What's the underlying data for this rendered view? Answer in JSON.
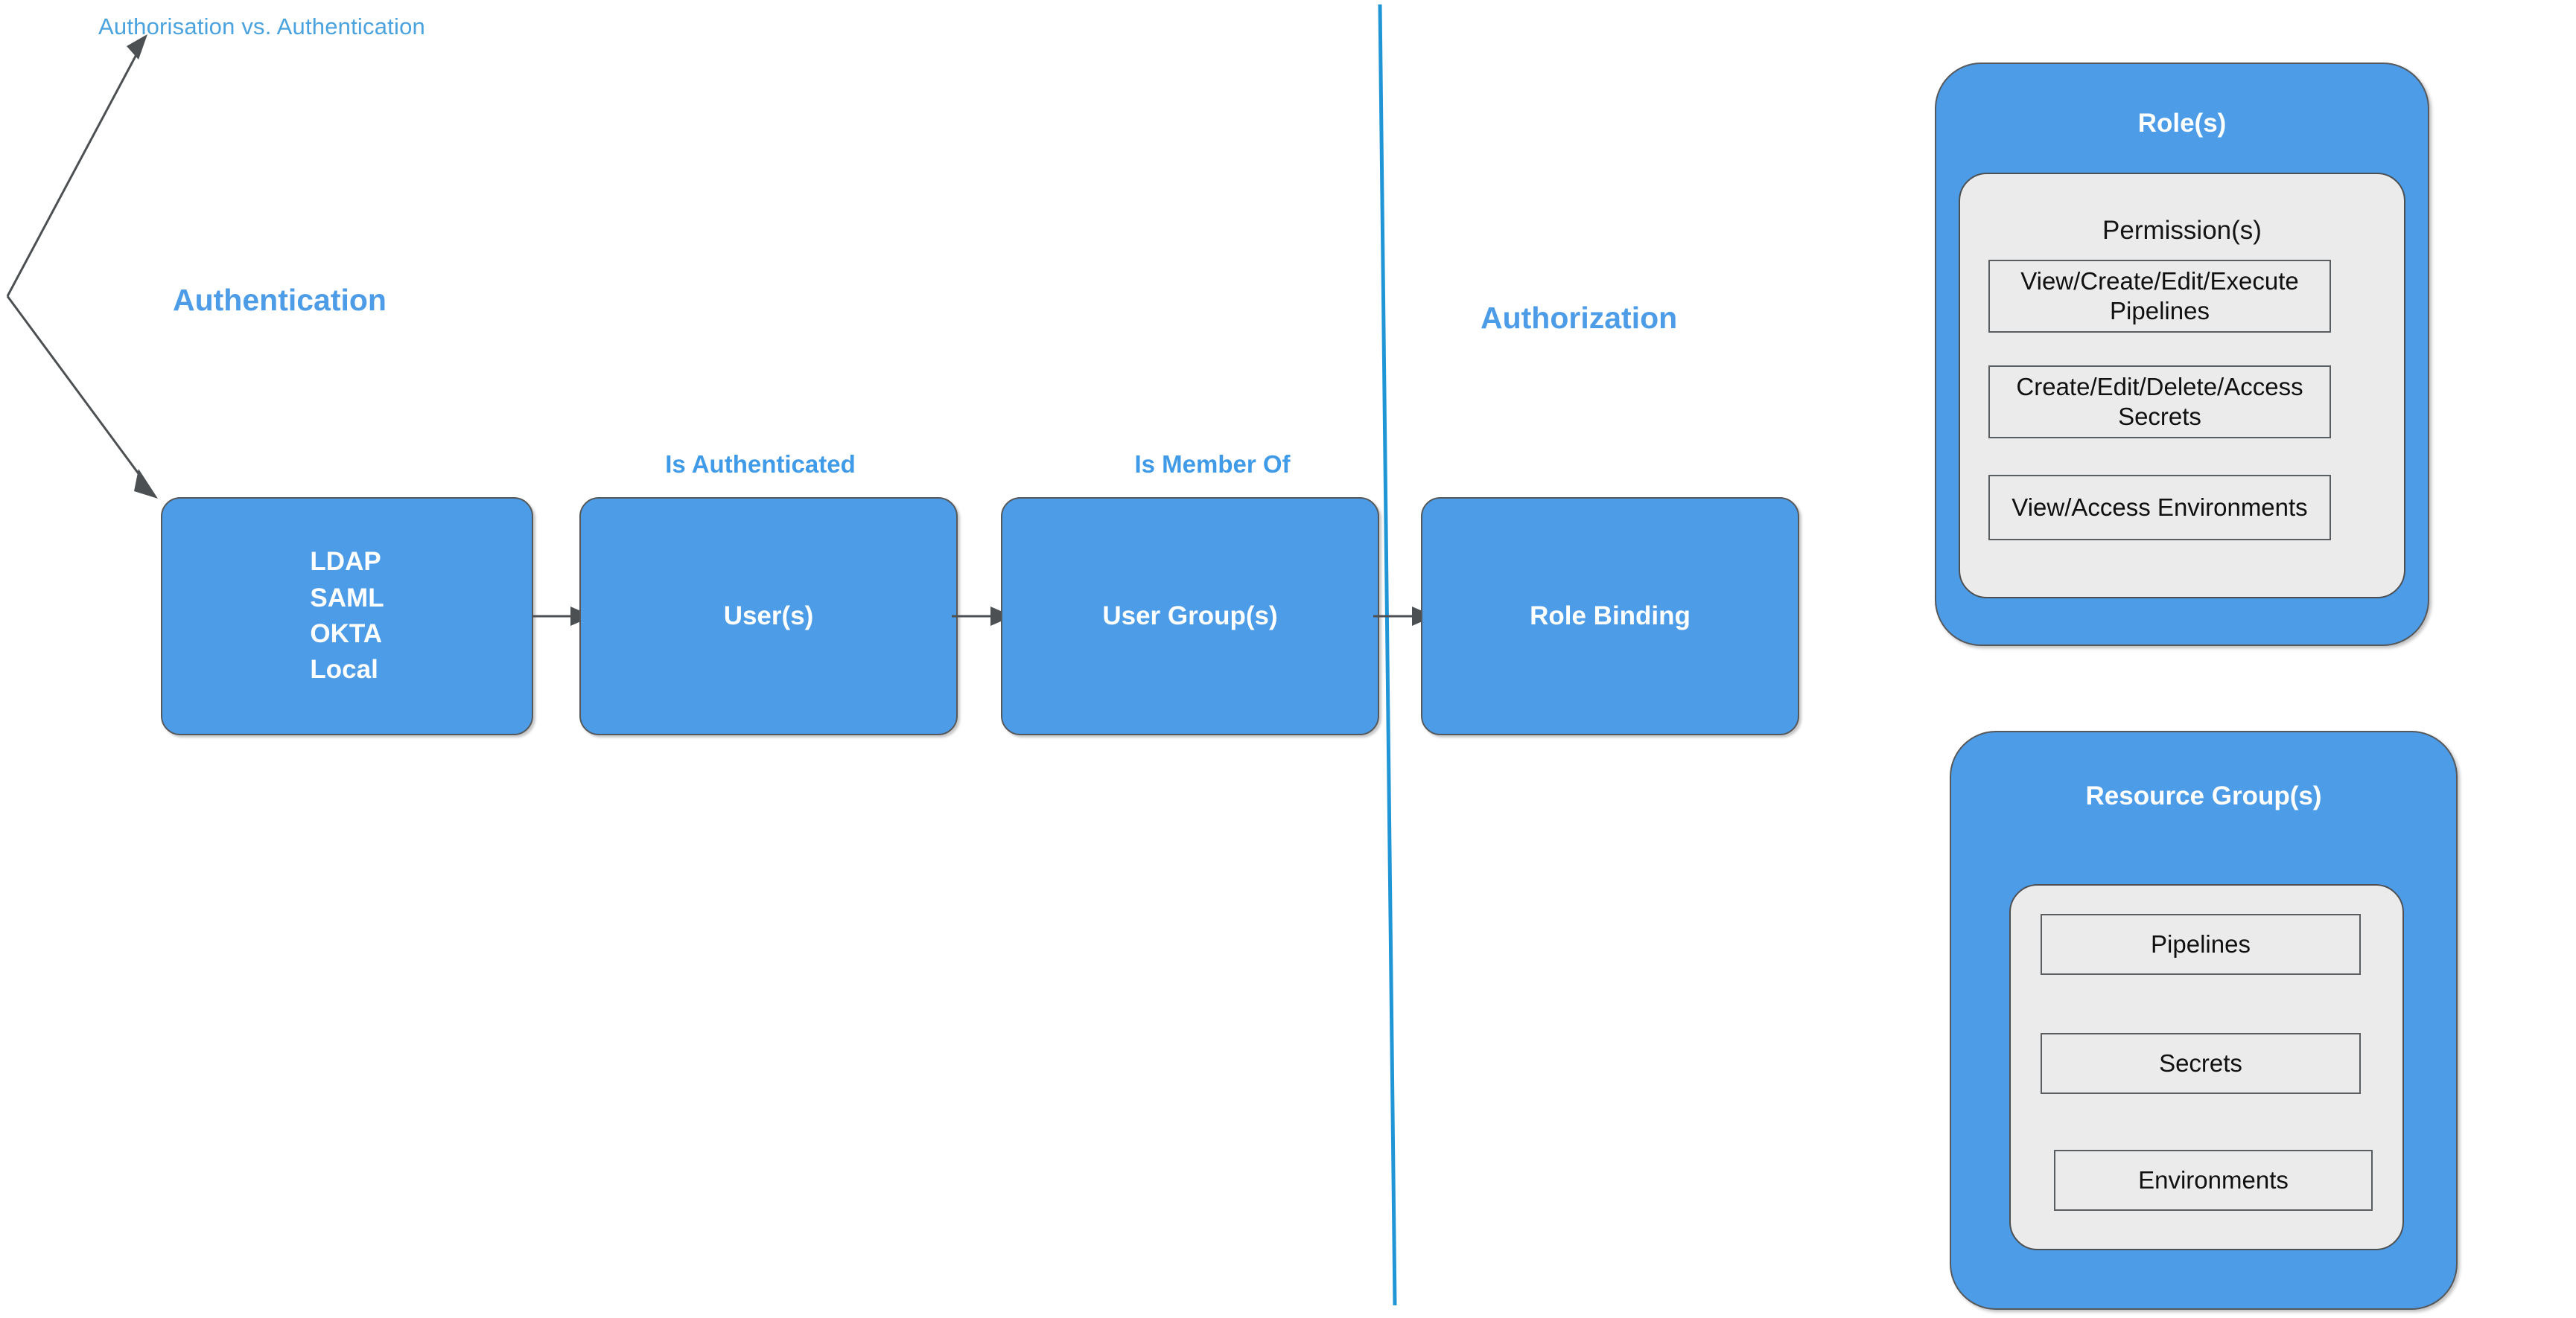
{
  "title": "Authorisation vs. Authentication",
  "sections": {
    "authentication": "Authentication",
    "authorization": "Authorization"
  },
  "flow": {
    "boxes": [
      {
        "id": "identity-providers",
        "lines": [
          "LDAP",
          "SAML",
          "OKTA",
          "Local"
        ]
      },
      {
        "id": "users",
        "label": "User(s)"
      },
      {
        "id": "user-groups",
        "label": "User Group(s)"
      },
      {
        "id": "role-binding",
        "label": "Role Binding"
      }
    ],
    "edge_labels": [
      "Is Authenticated",
      "Is Member Of"
    ]
  },
  "panels": {
    "roles": {
      "title": "Role(s)",
      "inner_title": "Permission(s)",
      "items": [
        "View/Create/Edit/Execute Pipelines",
        "Create/Edit/Delete/Access Secrets",
        "View/Access Environments"
      ]
    },
    "resources": {
      "title": "Resource Group(s)",
      "items": [
        "Pipelines",
        "Secrets",
        "Environments"
      ]
    }
  },
  "colors": {
    "brand_blue": "#4d9ce8",
    "title_blue": "#4aa3df",
    "divider_blue": "#2196d6",
    "panel_gray": "#ebebeb",
    "stroke_gray": "#56595c",
    "arrow_gray": "#4d5052"
  },
  "identity_lines": {
    "ldap": "LDAP",
    "saml": "SAML",
    "okta": "OKTA",
    "local": "Local"
  }
}
